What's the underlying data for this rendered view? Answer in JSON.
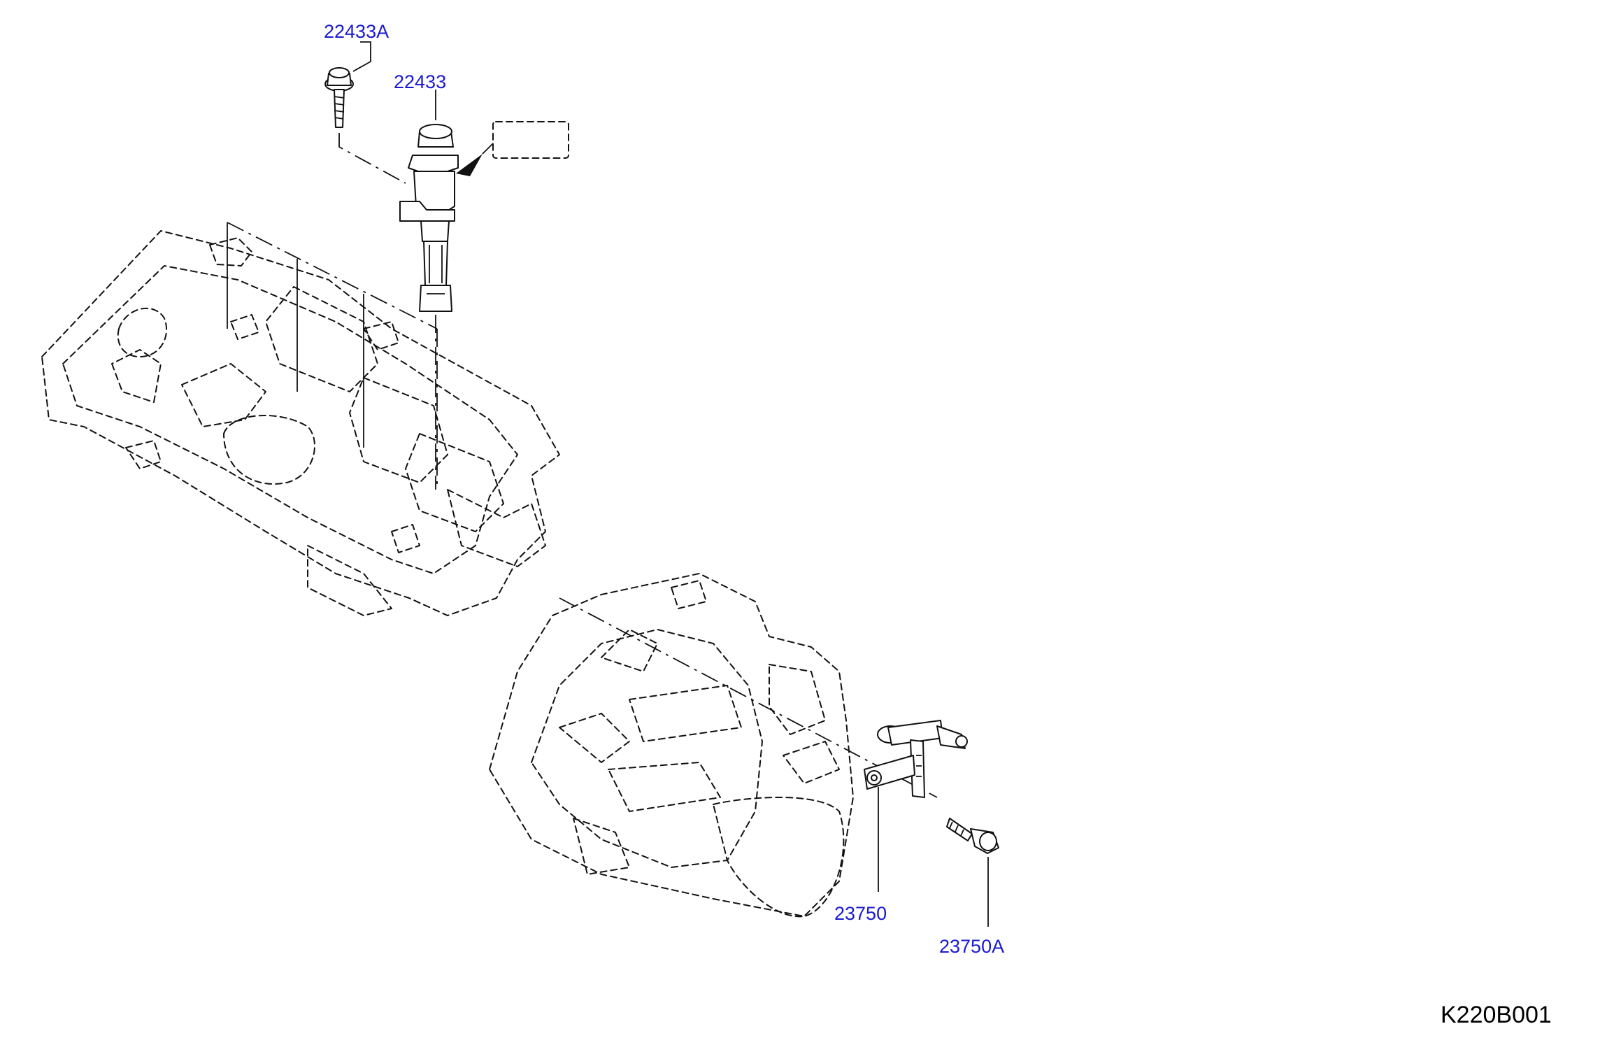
{
  "diagram": {
    "callouts": {
      "bolt_top": "22433A",
      "ignition_coil": "22433",
      "crank_sensor": "23750",
      "bolt_bottom": "23750A"
    },
    "figure_code": "K220B001",
    "colors": {
      "callout_text": "#1a1ad6",
      "linework": "#111111",
      "figure_code_text": "#000000"
    }
  }
}
